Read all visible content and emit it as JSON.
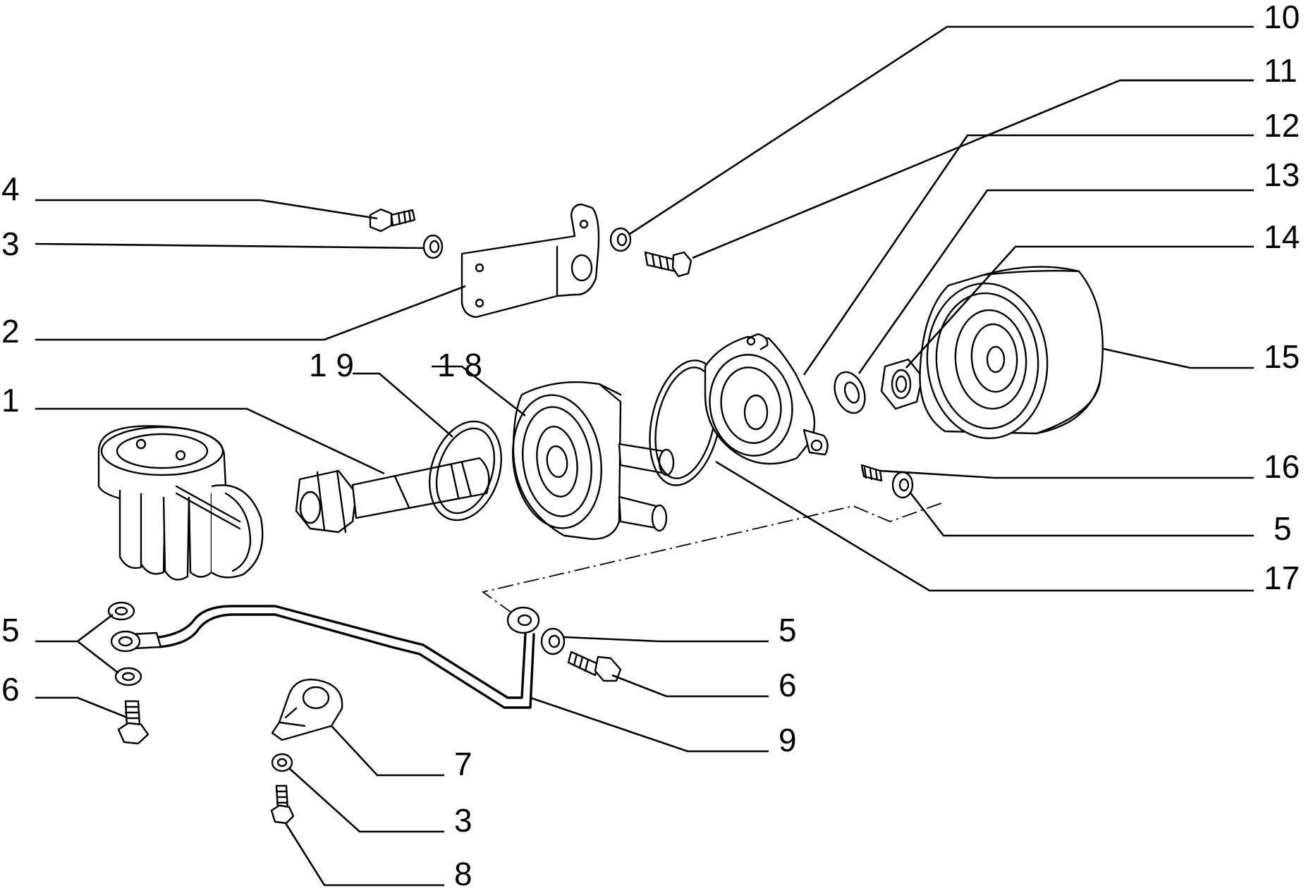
{
  "callouts": [
    {
      "id": "c10",
      "text": "10"
    },
    {
      "id": "c11",
      "text": "11"
    },
    {
      "id": "c12",
      "text": "12"
    },
    {
      "id": "c13",
      "text": "13"
    },
    {
      "id": "c14",
      "text": "14"
    },
    {
      "id": "c15",
      "text": "15"
    },
    {
      "id": "c16",
      "text": "16"
    },
    {
      "id": "c5r",
      "text": "5"
    },
    {
      "id": "c17",
      "text": "17"
    },
    {
      "id": "c4",
      "text": "4"
    },
    {
      "id": "c3t",
      "text": "3"
    },
    {
      "id": "c2",
      "text": "2"
    },
    {
      "id": "c19",
      "text": "1 9"
    },
    {
      "id": "c18",
      "text": "1 8"
    },
    {
      "id": "c1",
      "text": "1"
    },
    {
      "id": "c5l",
      "text": "5"
    },
    {
      "id": "c6l",
      "text": "6"
    },
    {
      "id": "c5m",
      "text": "5"
    },
    {
      "id": "c6m",
      "text": "6"
    },
    {
      "id": "c9",
      "text": "9"
    },
    {
      "id": "c7",
      "text": "7"
    },
    {
      "id": "c3b",
      "text": "3"
    },
    {
      "id": "c8",
      "text": "8"
    }
  ]
}
